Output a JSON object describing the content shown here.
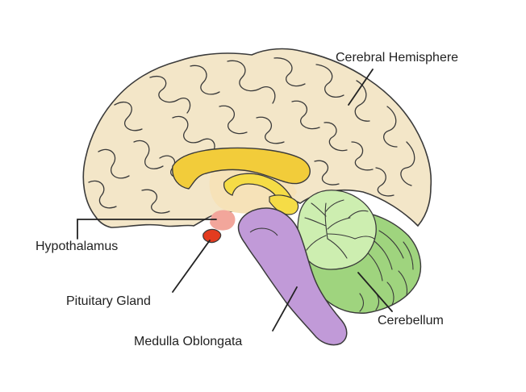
{
  "labels": {
    "cerebral_hemisphere": "Cerebral Hemisphere",
    "hypothalamus": "Hypothalamus",
    "pituitary_gland": "Pituitary Gland",
    "medulla_oblongata": "Medulla Oblongata",
    "cerebellum": "Cerebellum"
  },
  "colors": {
    "cerebrum_fill": "#f3e6c8",
    "outline": "#3a3a3a",
    "corpus_callosum": "#f2cc3a",
    "fornix": "#f5dc46",
    "hypothalamus": "#f2a69b",
    "pituitary": "#e33b1f",
    "brainstem": "#c19ad8",
    "cerebellum_inner": "#cdeeb0",
    "cerebellum_outer": "#9fd47e",
    "leader_line": "#222222"
  }
}
